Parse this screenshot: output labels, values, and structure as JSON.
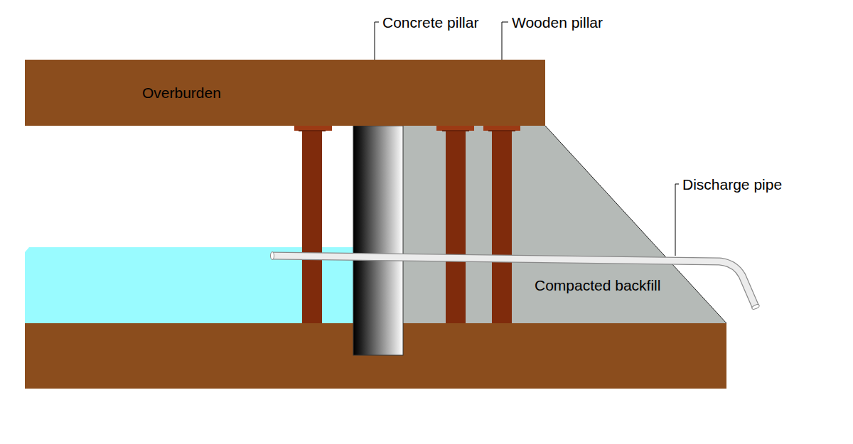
{
  "diagram": {
    "nodes": [
      {
        "text": [
          "Overburden"
        ]
      },
      {
        "text": [
          "Compacted backfill"
        ]
      }
    ],
    "labels": [
      "Concrete pillar",
      "Wooden pillar",
      "Discharge pipe"
    ]
  }
}
